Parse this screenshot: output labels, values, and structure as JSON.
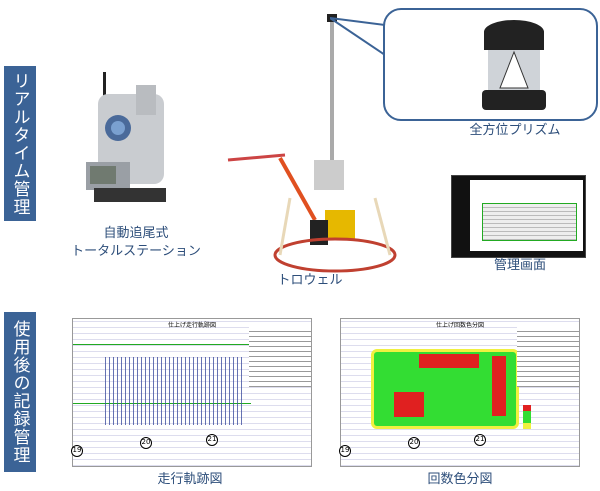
{
  "side_labels": {
    "realtime": "リアルタイム管理",
    "after_use": "使用後の記録管理"
  },
  "captions": {
    "total_station_line1": "自動追尾式",
    "total_station_line2": "トータルステーション",
    "trowel": "トロウェル",
    "prism": "全方位プリズム",
    "management_screen": "管理画面",
    "travel_track": "走行軌跡図",
    "count_color": "回数色分図"
  },
  "doc_titles": {
    "travel_track": "仕上げ走行軌跡図",
    "count_color": "仕上げ回数色分図"
  },
  "grid_markers": [
    "19",
    "20",
    "21"
  ],
  "colors": {
    "accent": "#3b6396",
    "text": "#2d4e7a",
    "red": "#e02020",
    "green": "#33dd33",
    "yellow": "#f0f040"
  }
}
